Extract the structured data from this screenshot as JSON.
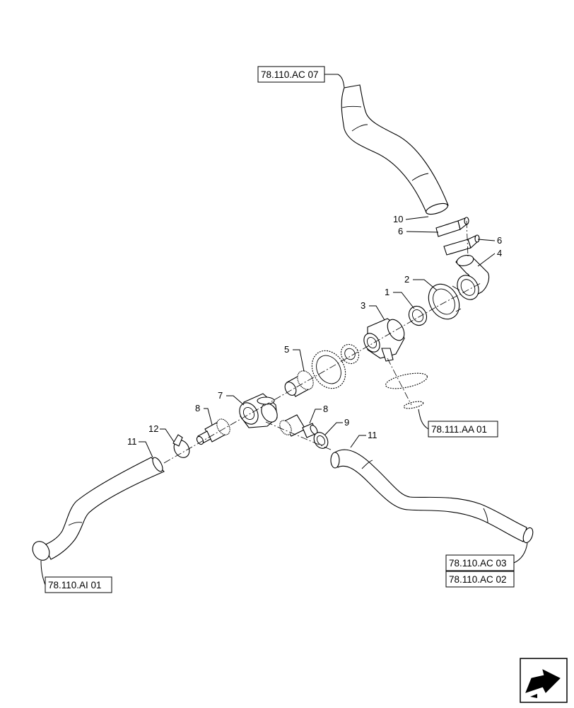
{
  "references": {
    "top": "78.110.AC 07",
    "right_middle": "78.111.AA 01",
    "bottom_left": "78.110.AI 01",
    "bottom_right_1": "78.110.AC 03",
    "bottom_right_2": "78.110.AC 02"
  },
  "callouts": {
    "c1": "1",
    "c2": "2",
    "c3": "3",
    "c4": "4",
    "c5": "5",
    "c6a": "6",
    "c6b": "6",
    "c7": "7",
    "c8a": "8",
    "c8b": "8",
    "c9": "9",
    "c10": "10",
    "c11a": "11",
    "c11b": "11",
    "c12": "12"
  },
  "icons": {
    "navigation": "arrow-out-icon"
  }
}
